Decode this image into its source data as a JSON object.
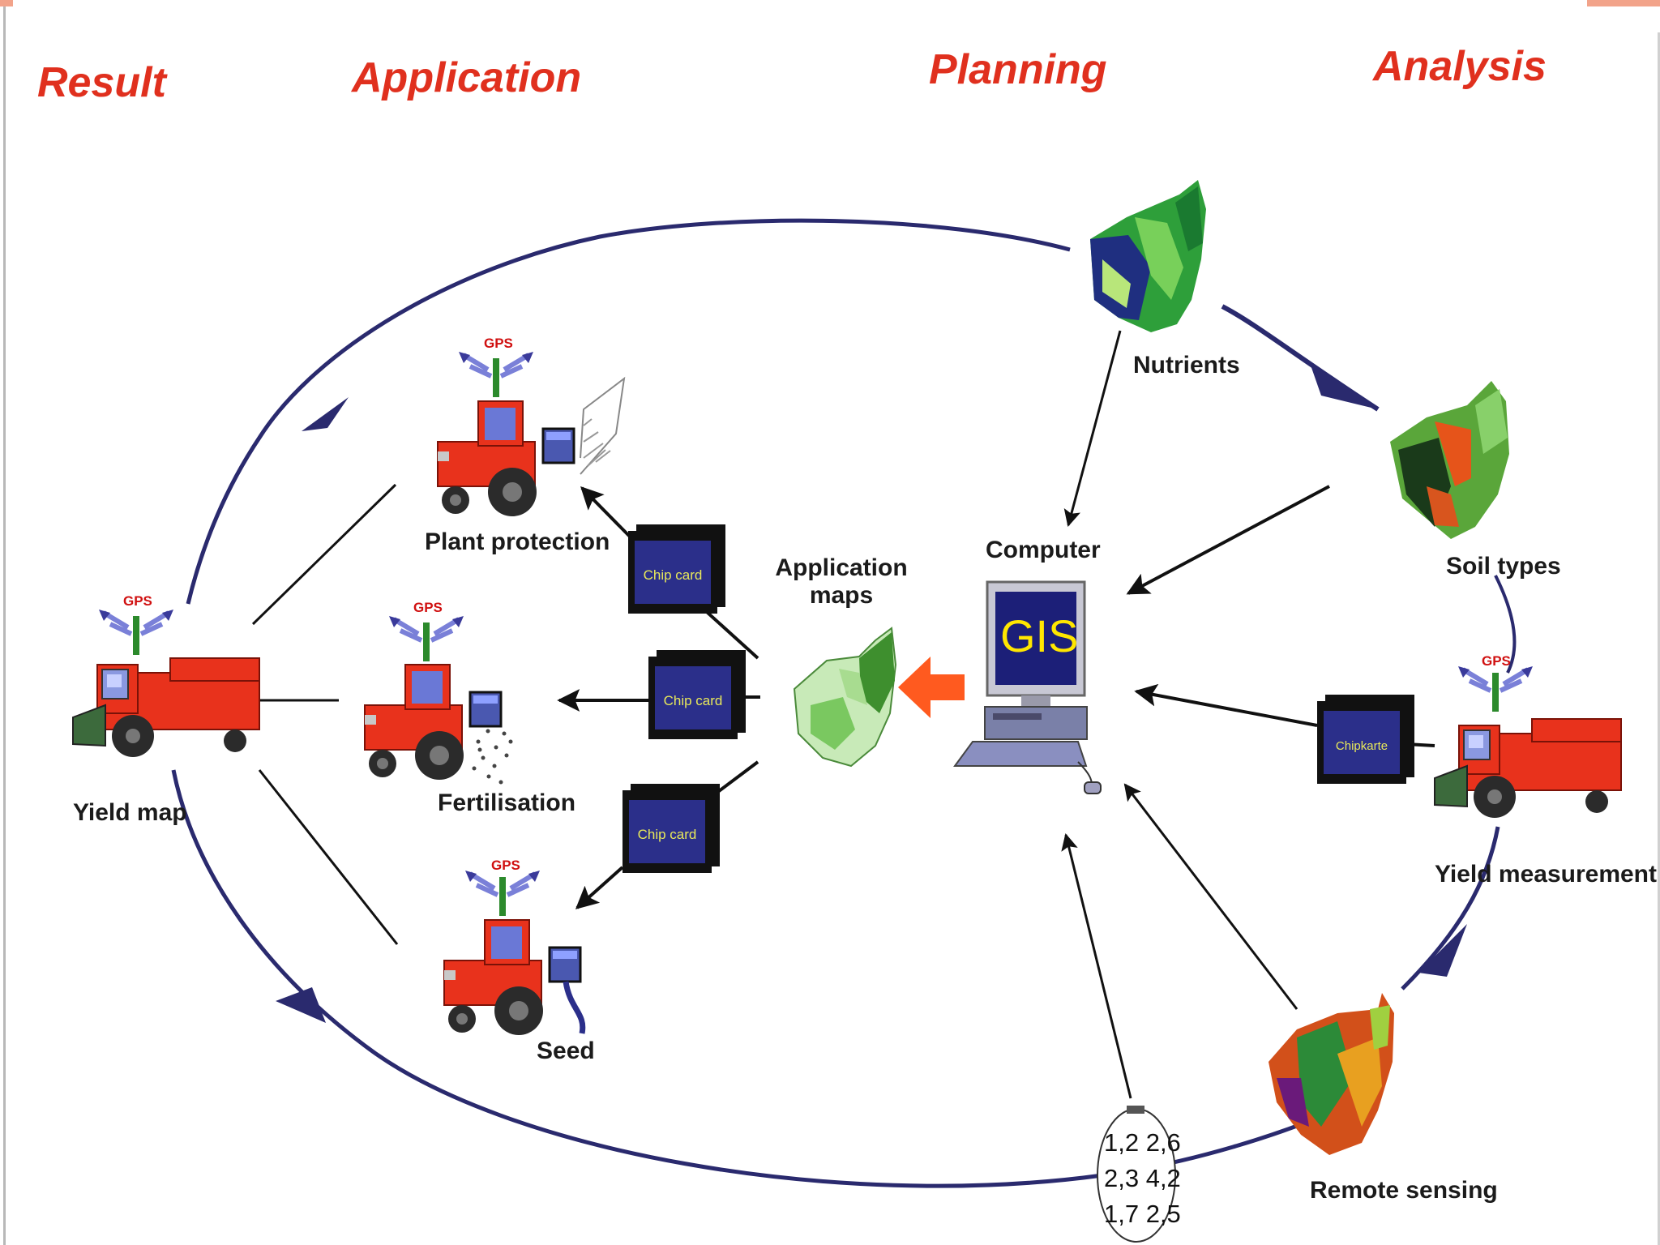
{
  "stages": {
    "result": "Result",
    "application": "Application",
    "planning": "Planning",
    "analysis": "Analysis"
  },
  "labels": {
    "nutrients": "Nutrients",
    "soil_types": "Soil types",
    "computer": "Computer",
    "gis": "GIS",
    "application_maps": "Application maps",
    "plant_protection": "Plant protection",
    "fertilisation": "Fertilisation",
    "seed": "Seed",
    "yield_map": "Yield map",
    "yield_measurement": "Yield measurement",
    "remote_sensing": "Remote sensing"
  },
  "gps_label": "GPS",
  "chip_cards": [
    "Chip card",
    "Chip card",
    "Chip card"
  ],
  "chipkarte": "Chipkarte",
  "grid_values": [
    "1,2 2,6",
    "2,3 4,2",
    "1,7 2,5"
  ],
  "colors": {
    "stage_title": "#e0301e",
    "cycle_arrow": "#2a2a6e",
    "machine_red": "#e8321c",
    "cab_blue": "#6a78d6",
    "chip_card": "#2b2f8a",
    "gis_screen": "#1c1f78",
    "orange_arrow": "#ff5a1f"
  },
  "icons": [
    "tractor-icon",
    "combine-harvester-icon",
    "gps-antenna-icon",
    "chip-card-icon",
    "computer-icon",
    "field-map-icon"
  ]
}
